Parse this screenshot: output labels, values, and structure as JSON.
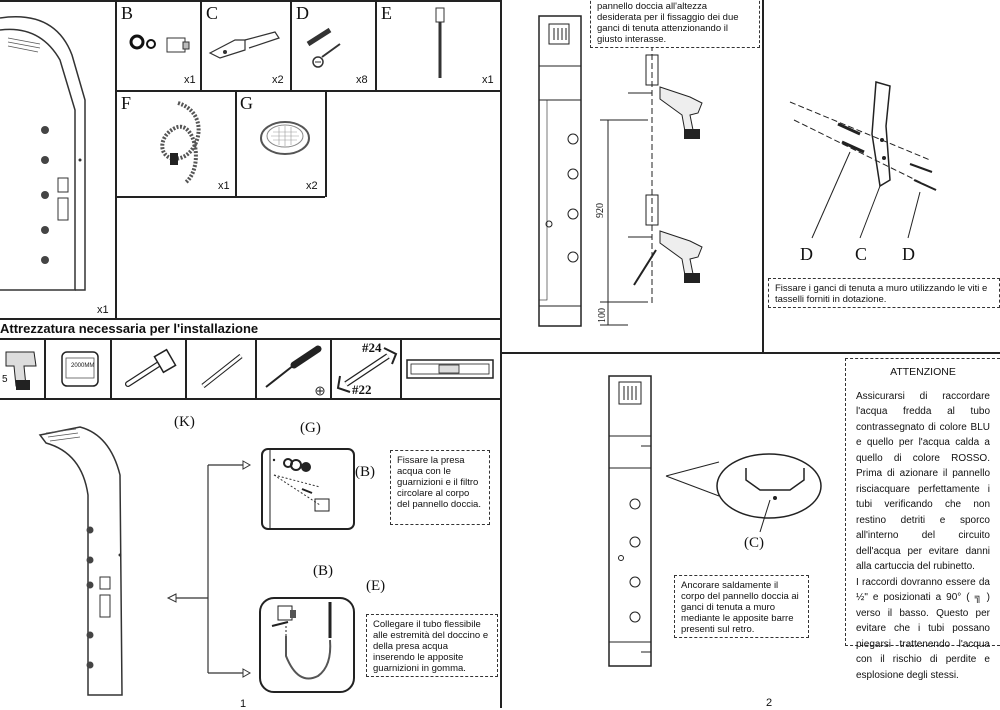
{
  "page1": {
    "parts": [
      {
        "letter": "B",
        "qty": "x1"
      },
      {
        "letter": "C",
        "qty": "x2"
      },
      {
        "letter": "D",
        "qty": "x8"
      },
      {
        "letter": "E",
        "qty": "x1"
      },
      {
        "letter": "F",
        "qty": "x1"
      },
      {
        "letter": "G",
        "qty": "x2"
      }
    ],
    "panel_qty": "x1",
    "tools_heading": "Attrezzatura necessaria per l'installazione",
    "tools": {
      "drill_label": "5",
      "tape_label": "2000MM",
      "wrench_top": "#24",
      "wrench_bottom": "#22"
    },
    "step": {
      "letter_k": "(K)",
      "label_g": "(G)",
      "label_b1": "(B)",
      "label_b2": "(B)",
      "label_e": "(E)",
      "note_top": "Fissare la presa acqua con le guarnizioni e il filtro circolare al corpo del pannello doccia.",
      "note_bottom": "Collegare il tubo flessibile alle estremità del doccino e della presa acqua inserendo le apposite guarnizioni in gomma."
    },
    "page_number": "1"
  },
  "page2": {
    "note_top": "pannello doccia all'altezza desiderata per il fissaggio dei due ganci di tenuta attenzionando il giusto interasse.",
    "dim_920": "920",
    "dim_100": "100",
    "labels_dcd": [
      "D",
      "C",
      "D"
    ],
    "note_right": "Fissare i ganci di tenuta a muro utilizzando le viti e tasselli forniti in dotazione.",
    "label_c": "(C)",
    "note_anchor": "Ancorare saldamente il corpo del pannello doccia ai ganci di tenuta a muro mediante le apposite barre presenti sul retro.",
    "attention": {
      "title": "ATTENZIONE",
      "body": "Assicurarsi di raccordare l'acqua fredda al tubo contrassegnato di colore BLU e quello per l'acqua calda a quello di colore ROSSO. Prima di azionare il pannello risciacquare perfettamente i tubi verificando che non restino detriti e sporco all'interno del circuito dell'acqua per evitare danni alla cartuccia del rubinetto.",
      "body2": "I raccordi dovranno essere da ½\" e posizionati a 90° ( ╗ ) verso il basso. Questo per evitare che i tubi possano piegarsi trattenendo l'acqua con il rischio di perdite e esplosione degli stessi."
    },
    "page_number": "2"
  }
}
